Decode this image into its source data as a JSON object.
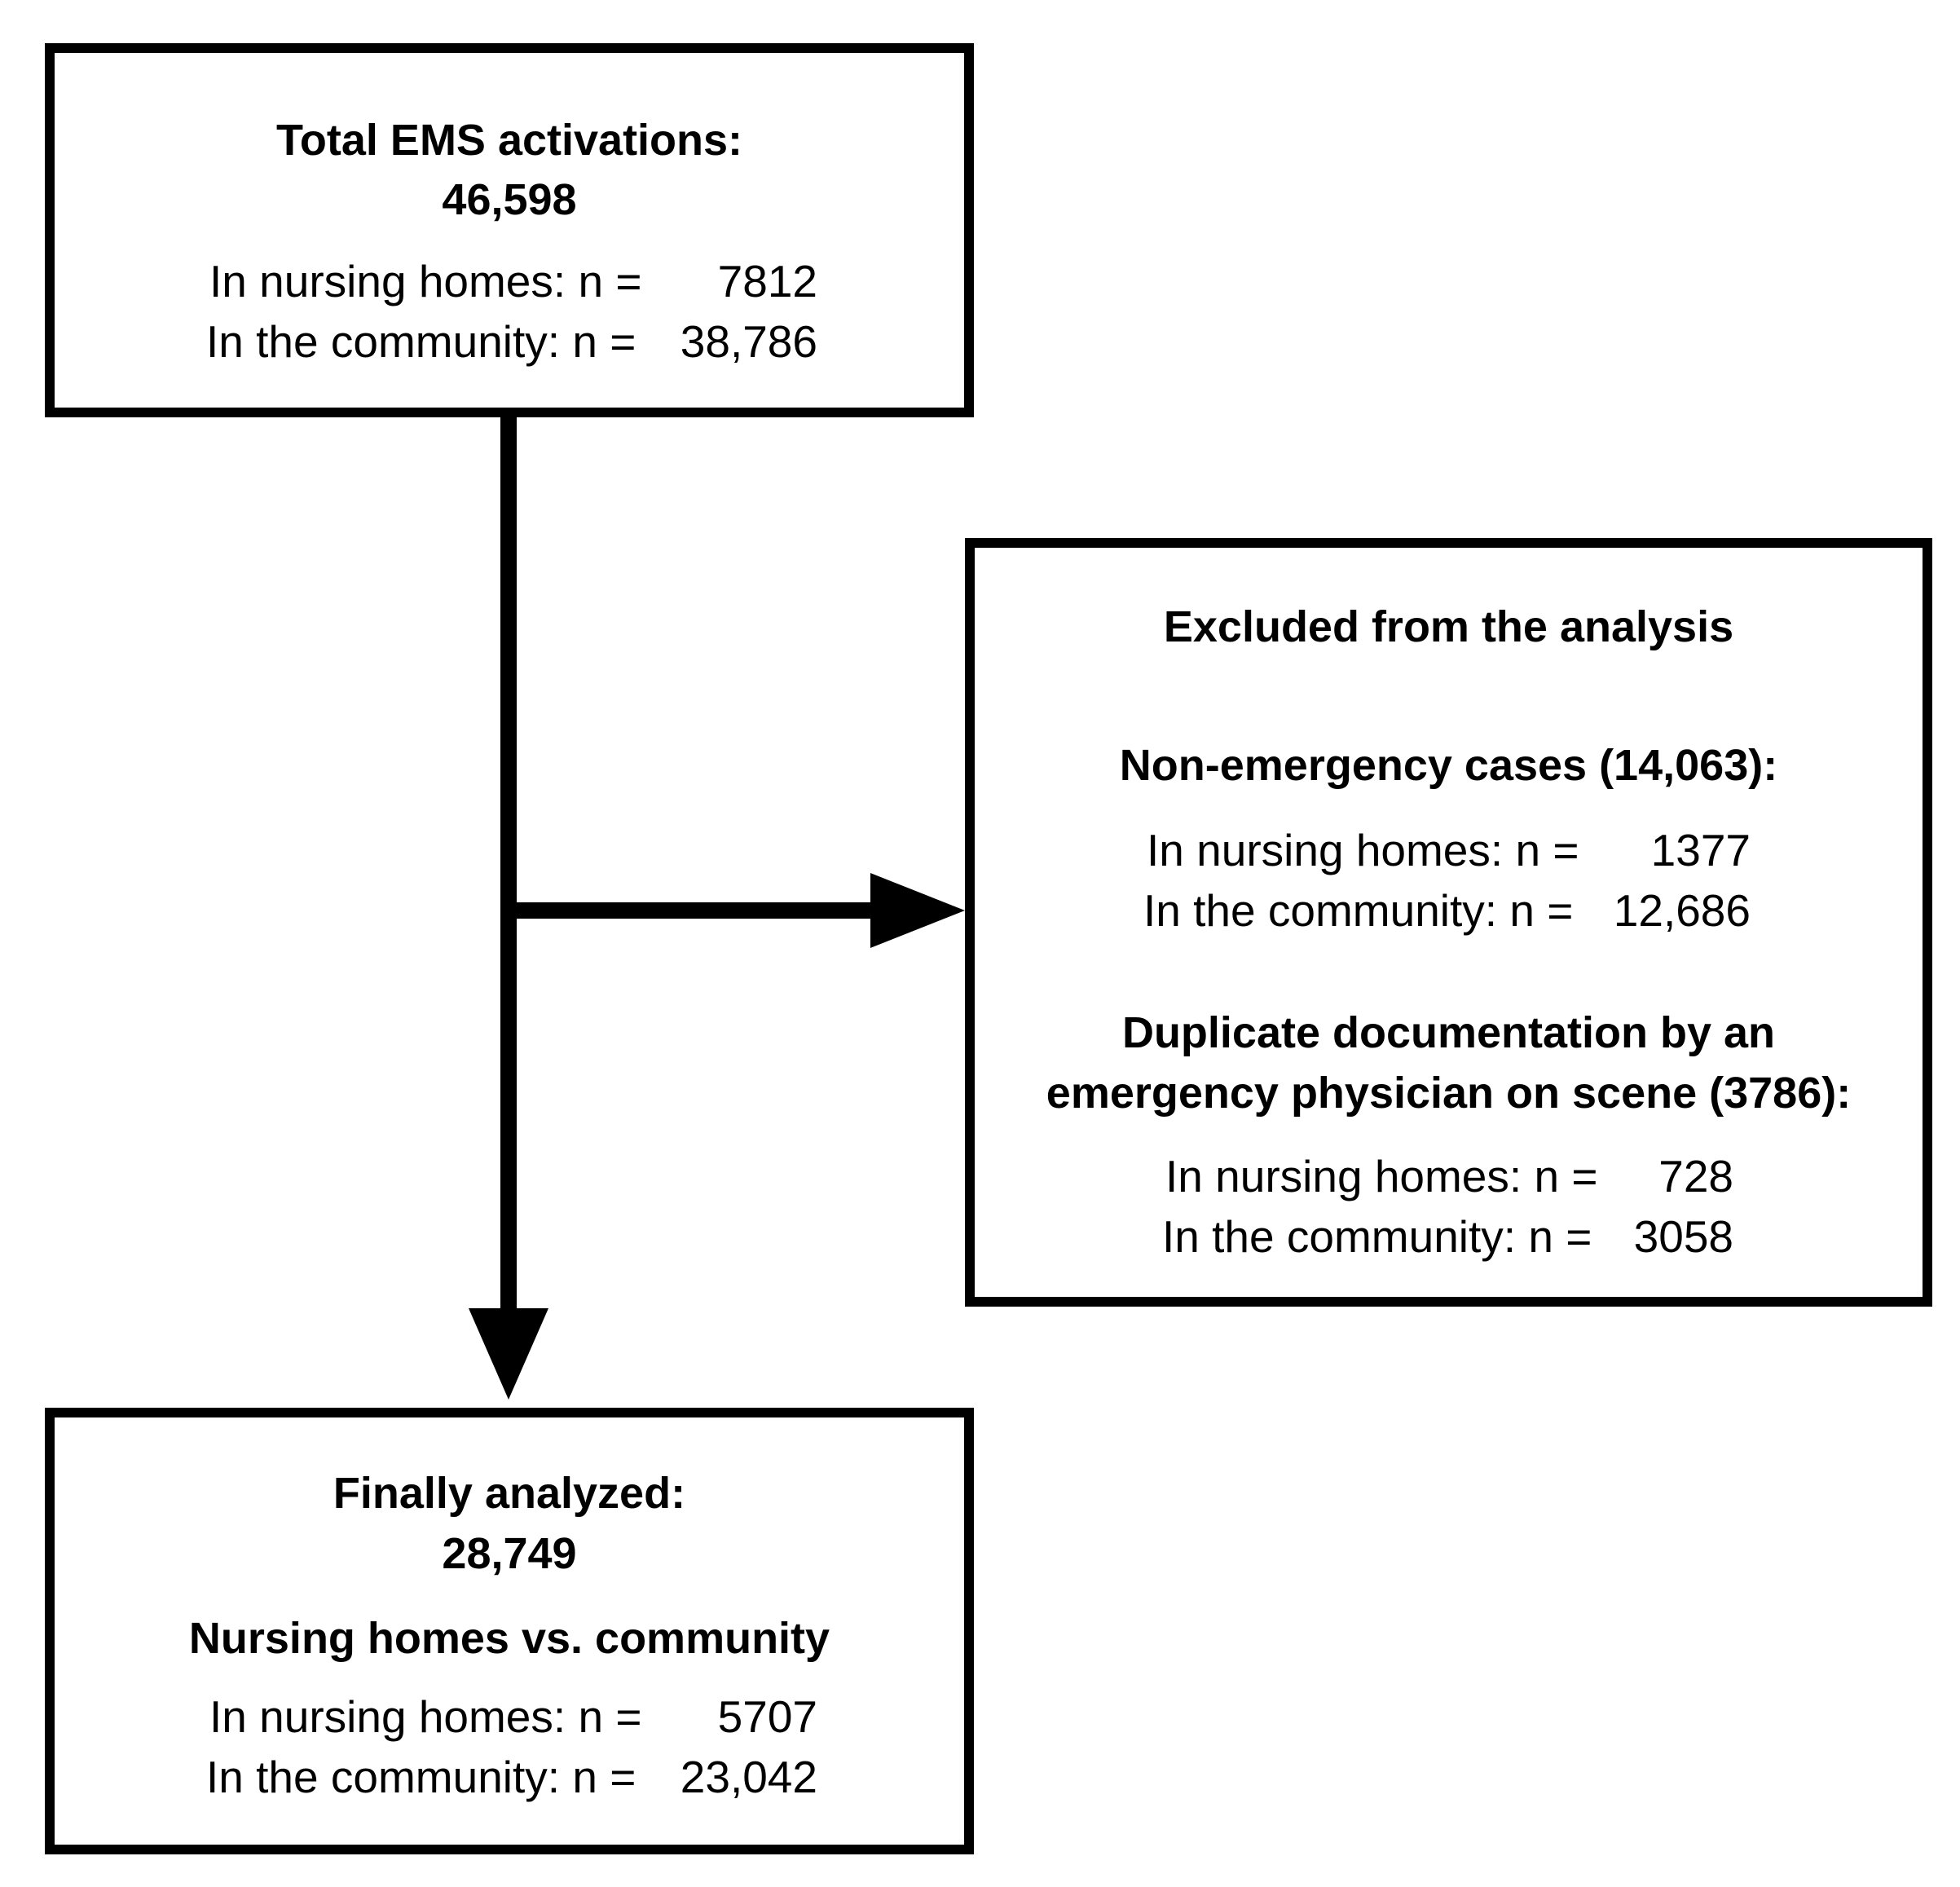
{
  "total_box": {
    "title": "Total EMS activations:",
    "count": "46,598",
    "rows": [
      {
        "label": "In nursing homes: n =",
        "value": "7812"
      },
      {
        "label": "In the community: n =",
        "value": "38,786"
      }
    ]
  },
  "excluded_box": {
    "title": "Excluded from the analysis",
    "sections": [
      {
        "heading_lines": [
          "Non-emergency cases (14,063):"
        ],
        "rows": [
          {
            "label": "In nursing homes: n =",
            "value": "1377"
          },
          {
            "label": "In the community: n =",
            "value": "12,686"
          }
        ]
      },
      {
        "heading_lines": [
          "Duplicate documentation by an",
          "emergency physician on scene (3786):"
        ],
        "rows": [
          {
            "label": "In nursing homes: n =",
            "value": "728"
          },
          {
            "label": "In the community: n =",
            "value": "3058"
          }
        ]
      }
    ]
  },
  "final_box": {
    "title": "Finally analyzed:",
    "count": "28,749",
    "subtitle": "Nursing homes vs. community",
    "rows": [
      {
        "label": "In nursing homes: n =",
        "value": "5707"
      },
      {
        "label": "In the community: n =",
        "value": "23,042"
      }
    ]
  }
}
